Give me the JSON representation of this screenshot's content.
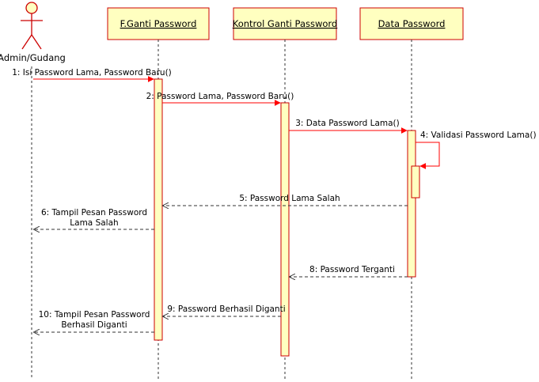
{
  "actor": {
    "name": "Admin/Gudang"
  },
  "lifelines": [
    {
      "id": "ui",
      "name": "F.Ganti Password"
    },
    {
      "id": "ctrl",
      "name": "Kontrol Ganti Password"
    },
    {
      "id": "data",
      "name": "Data Password"
    }
  ],
  "messages": [
    {
      "id": "m1",
      "text": "1: Isi Password Lama, Password Baru()",
      "type": "sync"
    },
    {
      "id": "m2",
      "text": "2: Password Lama, Password Baru()",
      "type": "sync"
    },
    {
      "id": "m3",
      "text": "3: Data Password Lama()",
      "type": "sync"
    },
    {
      "id": "m4",
      "text": "4: Validasi Password Lama()",
      "type": "self"
    },
    {
      "id": "m5",
      "text": "5: Password Lama Salah",
      "type": "return"
    },
    {
      "id": "m6",
      "lines": [
        "6: Tampil Pesan Password",
        "Lama Salah"
      ],
      "type": "return"
    },
    {
      "id": "m8",
      "text": "8: Password Terganti",
      "type": "return"
    },
    {
      "id": "m9",
      "text": "9: Password Berhasil Diganti",
      "type": "return"
    },
    {
      "id": "m10",
      "lines": [
        "10: Tampil Pesan Password",
        "Berhasil Diganti"
      ],
      "type": "return"
    }
  ],
  "colors": {
    "box_fill": "#ffffc0",
    "box_stroke": "#cc0000",
    "sync_arrow": "#ff0000",
    "return_arrow": "#333333",
    "lifeline": "#333333"
  }
}
